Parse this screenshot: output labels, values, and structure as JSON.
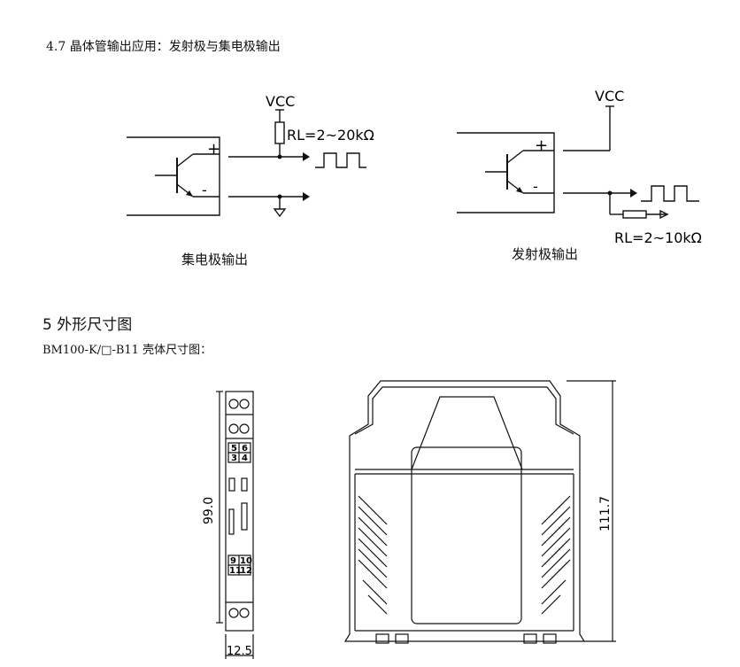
{
  "section_47": "4.7 晶体管输出应用：发射极与集电极输出",
  "collector": {
    "vcc": "VCC",
    "rl": "RL=2~20kΩ",
    "plus": "+",
    "minus": "-",
    "caption": "集电极输出"
  },
  "emitter": {
    "vcc": "VCC",
    "rl": "RL=2~10kΩ",
    "plus": "+",
    "minus": "-",
    "caption": "发射极输出"
  },
  "section_5": "5  外形尺寸图",
  "subtitle": "BM100-K/□-B11 壳体尺寸图：",
  "dims": {
    "height_side": "99.0",
    "width_side": "12.5",
    "height_front": "111.7"
  },
  "terminals": {
    "t5": "5",
    "t6": "6",
    "t3": "3",
    "t4": "4",
    "t9": "9",
    "t10": "10",
    "t11": "11",
    "t12": "12"
  }
}
